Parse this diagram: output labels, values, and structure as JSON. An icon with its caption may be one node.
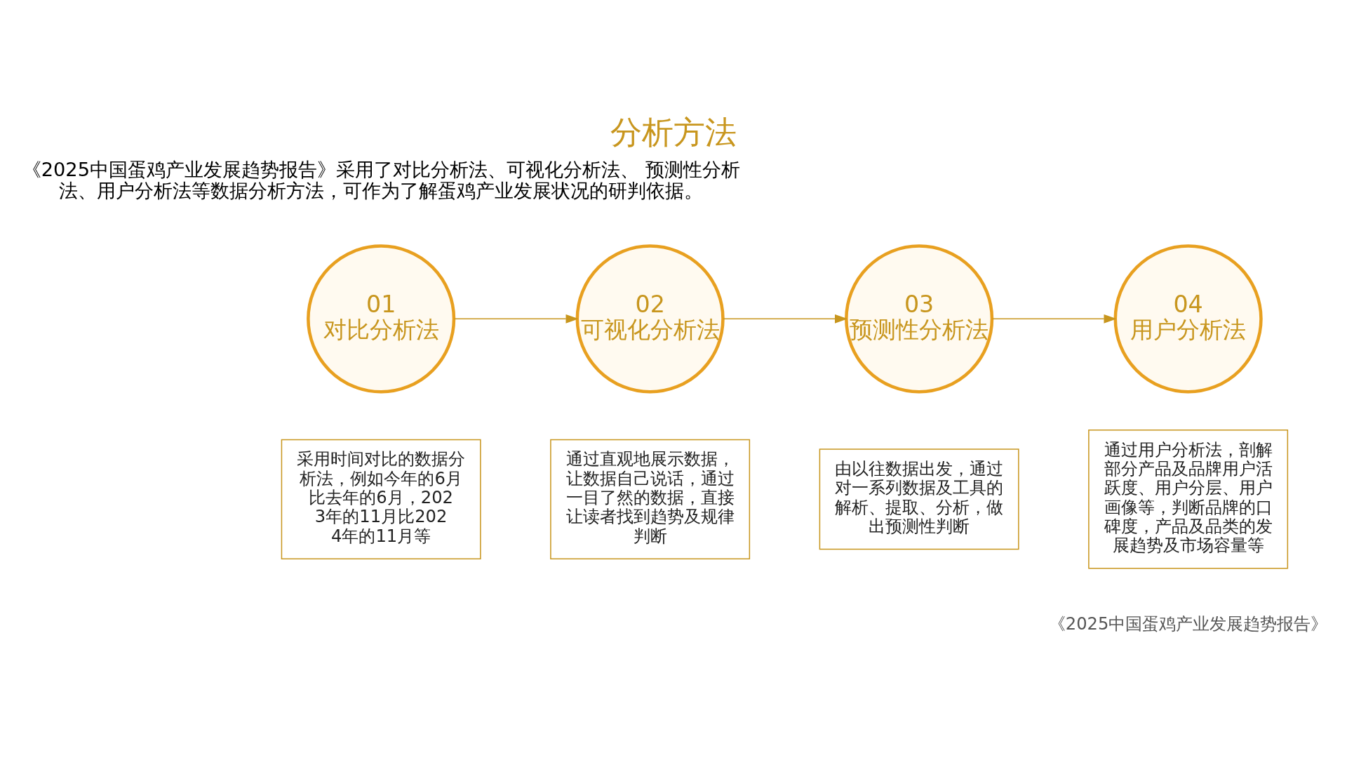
{
  "diagram": {
    "title": "分析方法",
    "caption": "《2025中国蛋鸡产业发展趋势报告》",
    "nodes": [
      {
        "text": [
          "01",
          "对比分析法"
        ]
      },
      {
        "text": [
          "02",
          "可视化分析法"
        ]
      },
      {
        "text": [
          "03",
          "预测性分析法"
        ]
      },
      {
        "text": [
          "04",
          "用户分析法"
        ]
      },
      {
        "text": [
          "采用时间对比的数据分析法，例如今年的6月比去年的6月，2023年的11月比2024年的11月等"
        ]
      },
      {
        "text": [
          "通过直观地展示数据，让数据自己说话，通过一目了然的数据，直接让读者找到趋势及规律判断"
        ]
      },
      {
        "text": [
          "由以往数据出发，通过对一系列数据及工具的解析、提取、分析，做出预测性判断"
        ]
      },
      {
        "text": [
          "通过用户分析法，剖解部分产品及品牌用户活跃度、用户分层、用户画像等，判断品牌的口碑度，产品及品类的发展趋势及市场容量等"
        ]
      }
    ],
    "edges": [
      {
        "from": 0,
        "to": 1,
        "arrow": "to"
      },
      {
        "from": 1,
        "to": 2,
        "arrow": "to"
      },
      {
        "from": 2,
        "to": 3,
        "arrow": "to"
      }
    ],
    "labels": [
      "《2025中国蛋鸡产业发展趋势报告》采用了对比分析法、可视化分析法、 预测性分析法、用户分析法等数据分析方法，可作为了解蛋鸡产业发展状况的研判依据。"
    ]
  }
}
